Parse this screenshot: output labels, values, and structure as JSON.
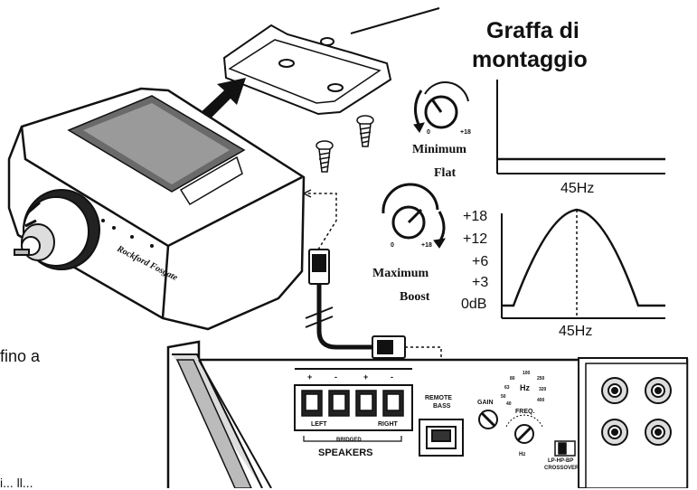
{
  "callout": {
    "line1": "Graffa di",
    "line2": "montaggio"
  },
  "knob_min": {
    "label1": "Minimum",
    "label2": "Flat",
    "tick_min": "0",
    "tick_max": "+18"
  },
  "knob_max": {
    "label1": "Maximum",
    "label2": "Boost",
    "tick_min": "0",
    "tick_max": "+18"
  },
  "graph_flat": {
    "freq_label": "45Hz"
  },
  "graph_boost": {
    "freq_label": "45Hz",
    "db_levels": [
      "+18",
      "+12",
      "+6",
      "+3",
      "0dB"
    ]
  },
  "remote": {
    "brand": "Rockford Fosgate"
  },
  "side_text": {
    "line1": "fino a",
    "line2": "i... ll..."
  },
  "amp": {
    "speakers_label": "SPEAKERS",
    "bridged_label": "BRIDGED",
    "left_label": "LEFT",
    "right_label": "RIGHT",
    "polarity": [
      "+",
      "-",
      "+",
      "-"
    ],
    "remote_bass_label1": "REMOTE",
    "remote_bass_label2": "BASS",
    "gain_label": "GAIN",
    "freq_label": "FREQ.",
    "hz_label": "Hz",
    "freq_ticks": [
      "100",
      "80",
      "63",
      "50",
      "40",
      "250",
      "320",
      "400"
    ],
    "crossover_label1": "LP-HP-BP",
    "crossover_label2": "CROSSOVER"
  }
}
